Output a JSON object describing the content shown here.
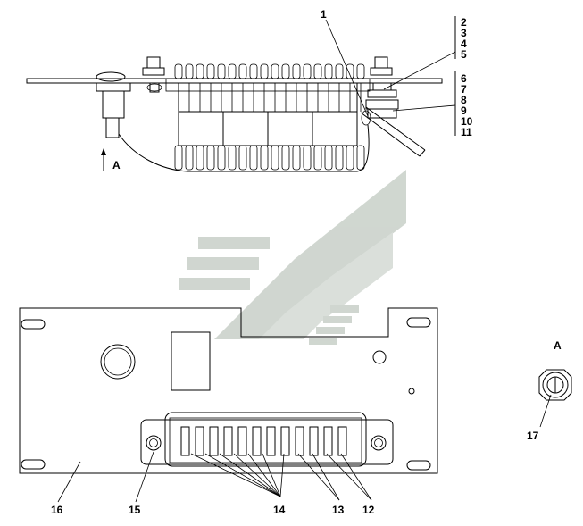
{
  "callouts": {
    "c1": "1",
    "c2": "2",
    "c3": "3",
    "c4": "4",
    "c5": "5",
    "c6": "6",
    "c7": "7",
    "c8": "8",
    "c9": "9",
    "c10": "10",
    "c11": "11",
    "c12": "12",
    "c13": "13",
    "c14": "14",
    "c15": "15",
    "c16": "16",
    "c17": "17"
  },
  "view": {
    "arrow_label": "A",
    "detail_label": "A"
  },
  "colors": {
    "line": "#000000",
    "watermark": "#c8d0c8",
    "background": "#ffffff"
  }
}
